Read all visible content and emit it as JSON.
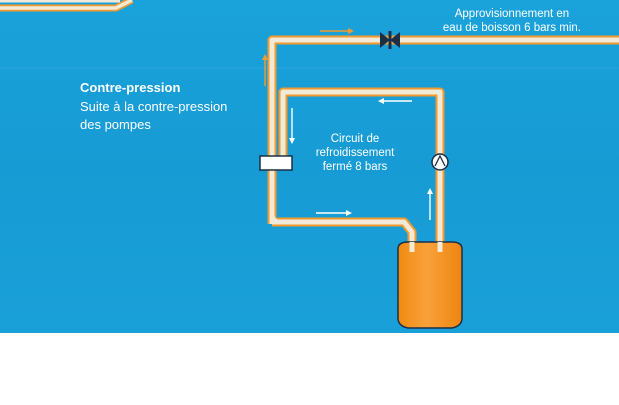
{
  "labels": {
    "supply_line1": "Approvisionnement en",
    "supply_line2": "eau de boisson 6 bars min.",
    "backpressure_title": "Contre-pression",
    "backpressure_line1": "Suite à la contre-pression",
    "backpressure_line2": "des pompes",
    "circuit_line1": "Circuit de",
    "circuit_line2": "refroidissement",
    "circuit_line3": "fermé 8 bars"
  },
  "colors": {
    "background": "#1ba0d8",
    "pipe_fill": "#f1ead9",
    "pipe_edge": "#f29a2e",
    "tank": "#f7941d",
    "tank_edge": "#1b2f45",
    "valve": "#1b2f45",
    "flow_arrow_white": "#ffffff",
    "flow_arrow_orange": "#f29a2e",
    "page": "#ffffff"
  }
}
